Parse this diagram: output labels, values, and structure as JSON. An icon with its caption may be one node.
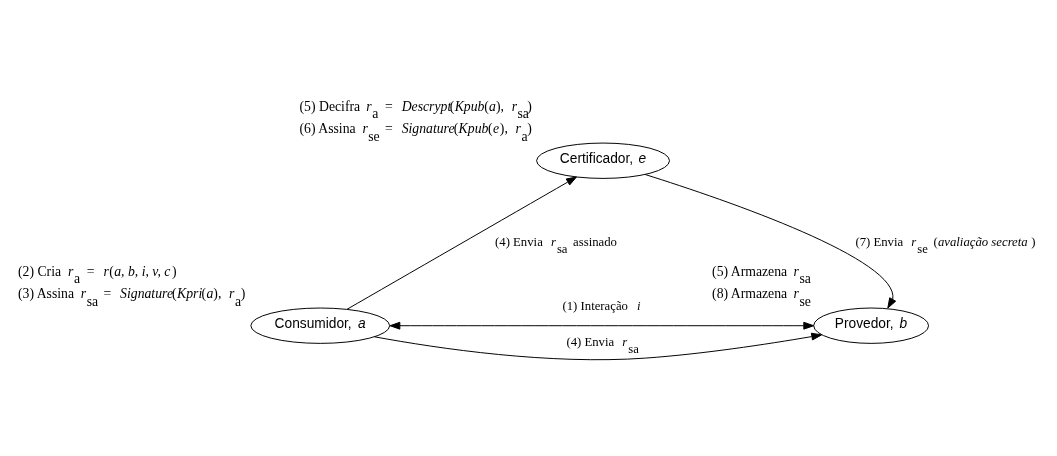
{
  "diagram": {
    "nodes": [
      {
        "text": [
          "Certificador, *e*"
        ],
        "beside": [
          "(5) Decifra *r*$_{a}$ = *Descrypt*(*Kpub*(*a*), *r*$_{sa}$)",
          "(6) Assina *r*$_{se}$ = *Signature*(*Kpub*(*e*), *r*$_{a}$)"
        ]
      },
      {
        "text": [
          "Consumidor, *a*"
        ],
        "beside": [
          "(2) Cria *r*$_{a}$ = *r*(*a, b, i, v, c*)",
          "(3) Assina *r*$_{sa}$ = *Signature*(*Kpri*(*a*), *r*$_{a}$)"
        ]
      },
      {
        "text": [
          "Provedor, *b*"
        ],
        "beside": [
          "(5) Armazena *r*$_{sa}$",
          "(8) Armazena *r*$_{se}$"
        ]
      }
    ],
    "edges": [
      {
        "from": 1,
        "to": 0,
        "arrow": "to",
        "label": "(4) Envia *r*$_{sa}$ assinado"
      },
      {
        "from": 1,
        "to": 2,
        "arrow": "both",
        "label": "(1) Interação *i*"
      },
      {
        "from": 1,
        "to": 2,
        "arrow": "to",
        "label": "(4) Envia *r*$_{sa}$"
      },
      {
        "from": 0,
        "to": 2,
        "arrow": "to",
        "label": "(7) Envia *r*$_{se}$ (*avaliação secreta*)"
      }
    ]
  }
}
